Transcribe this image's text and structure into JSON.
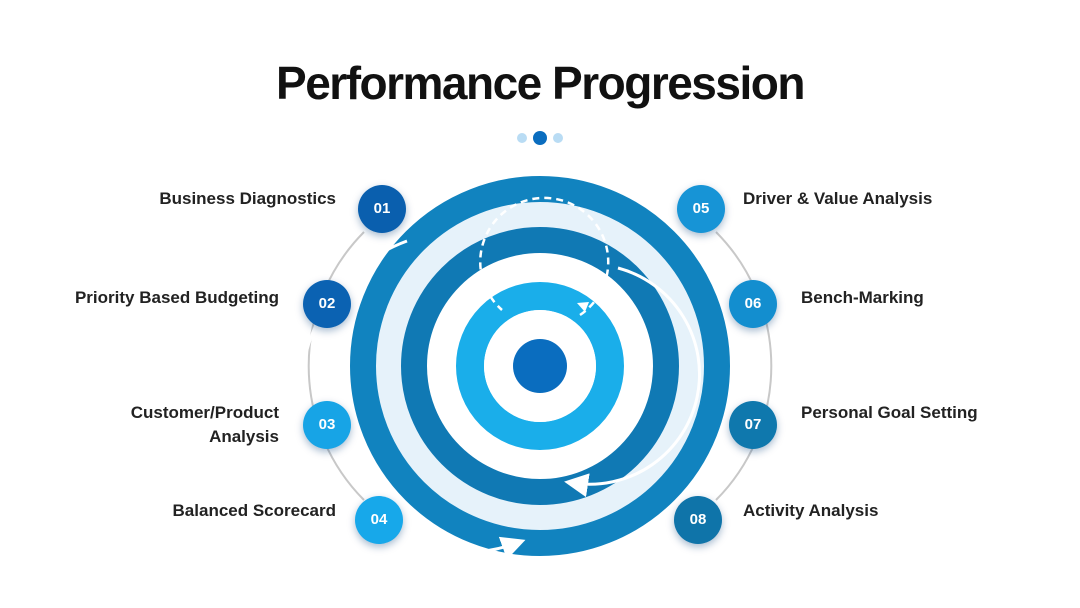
{
  "title": "Performance Progression",
  "colors": {
    "dark_blue": "#0a5fae",
    "mid_blue": "#0b6fc0",
    "sky_blue": "#17a4e6",
    "teal_blue": "#0f7fb5",
    "ring_outer": "#1183bf",
    "ring_middle": "#1079b4",
    "ring_inner": "#1aaeea",
    "center": "#0a6dbf"
  },
  "steps": [
    {
      "number": "01",
      "label": "Business Diagnostics",
      "color": "#0a5fae"
    },
    {
      "number": "02",
      "label": "Priority Based Budgeting",
      "color": "#0b62b2"
    },
    {
      "number": "03",
      "label": "Customer/Product\nAnalysis",
      "color": "#17a4e6"
    },
    {
      "number": "04",
      "label": "Balanced Scorecard",
      "color": "#17a8ea"
    },
    {
      "number": "05",
      "label": "Driver & Value Analysis",
      "color": "#1794d6"
    },
    {
      "number": "06",
      "label": "Bench-Marking",
      "color": "#138ecf"
    },
    {
      "number": "07",
      "label": "Personal Goal Setting",
      "color": "#0f78ad"
    },
    {
      "number": "08",
      "label": "Activity Analysis",
      "color": "#0f74a9"
    }
  ]
}
